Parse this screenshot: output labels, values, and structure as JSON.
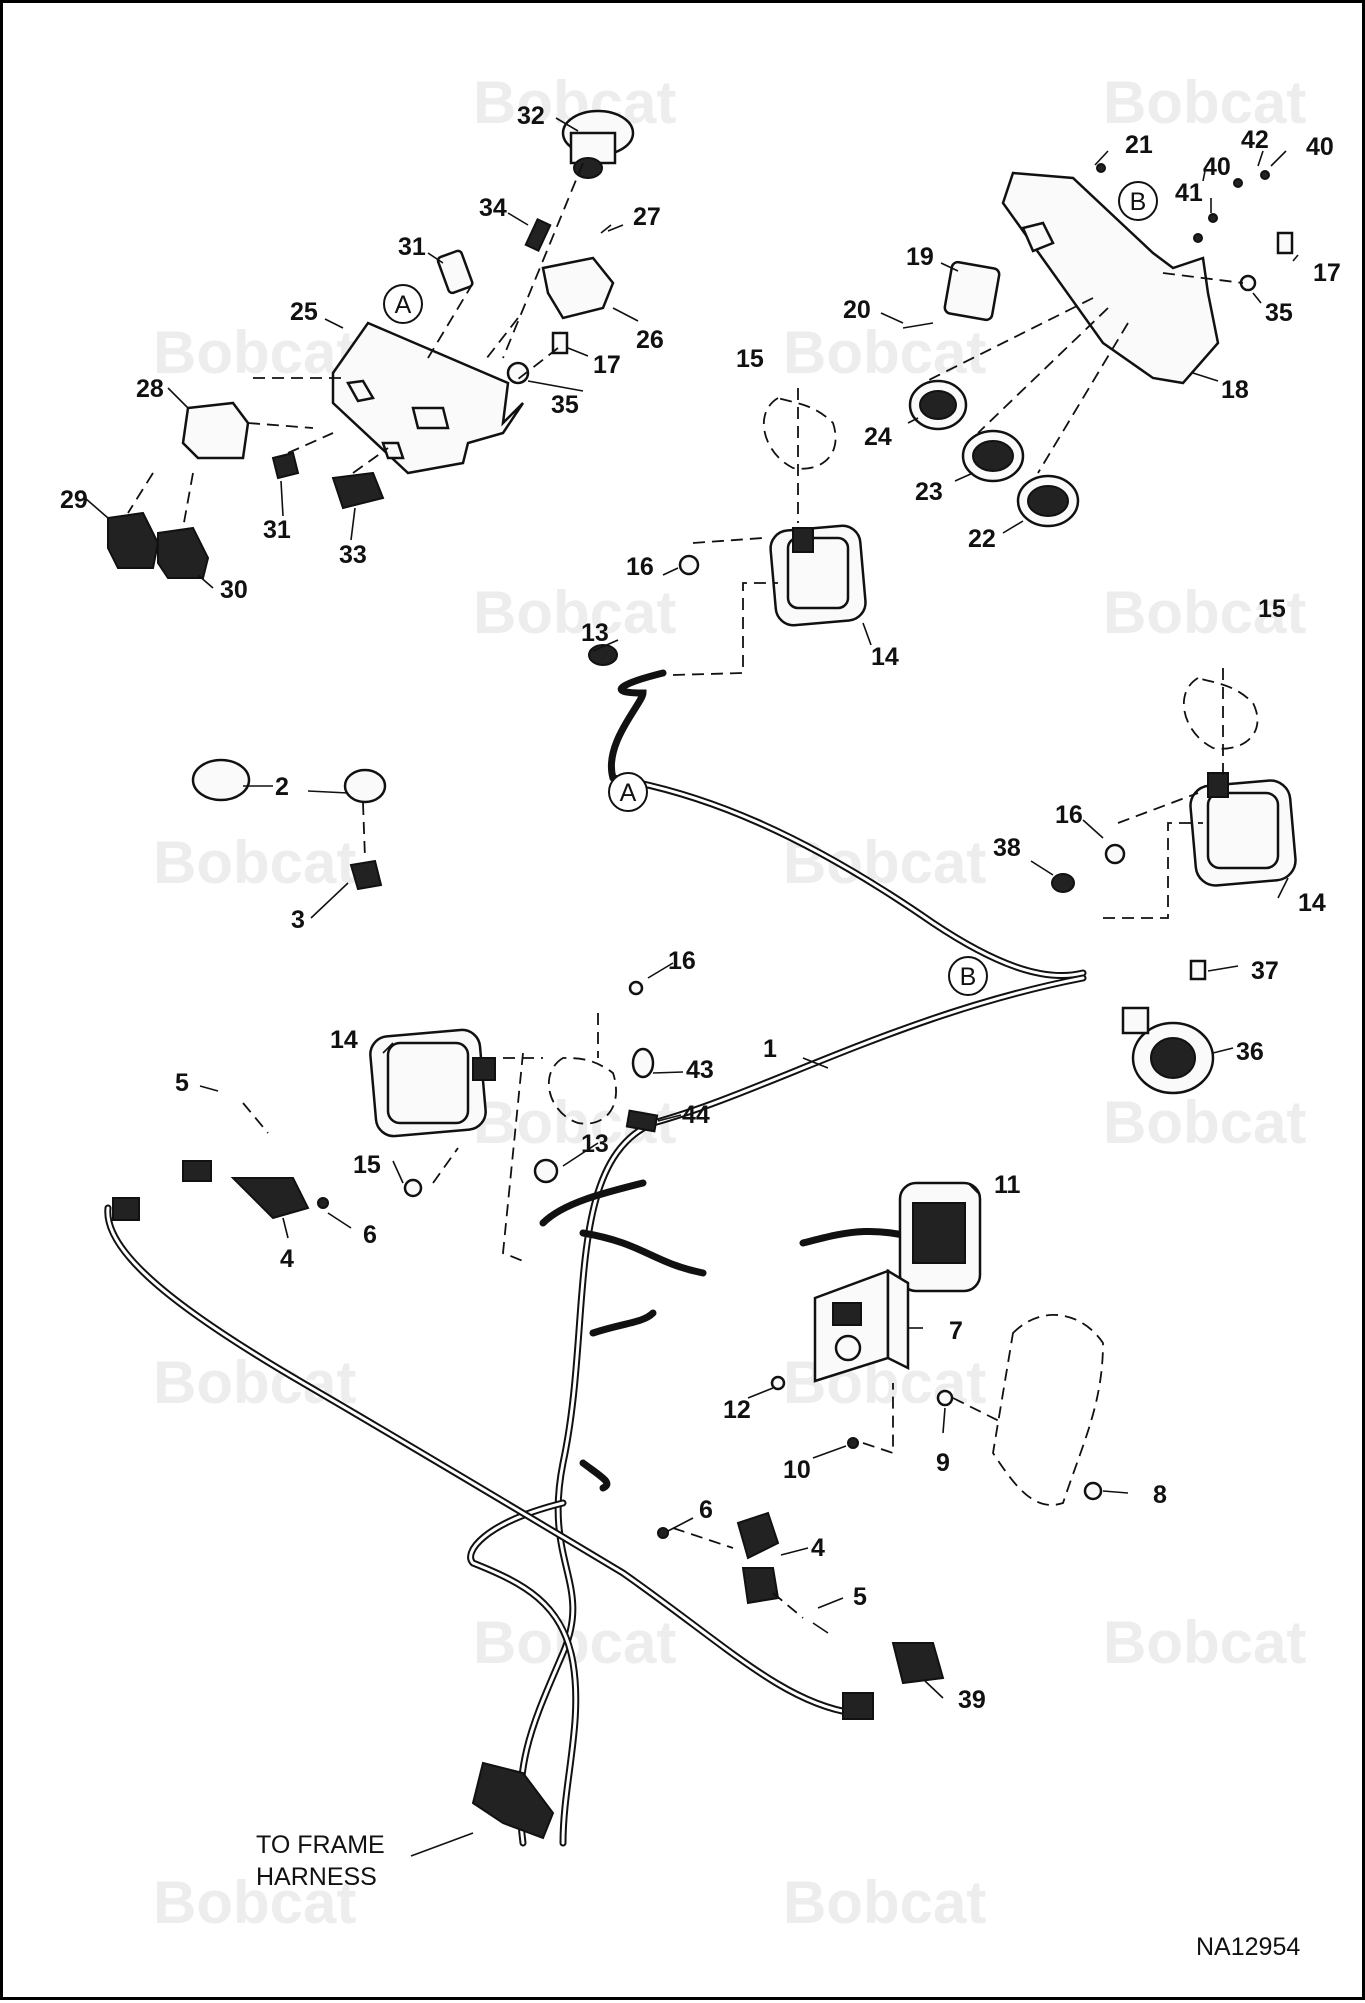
{
  "diagram": {
    "code": "NA12954",
    "note": [
      "TO FRAME",
      "HARNESS"
    ],
    "watermark": "Bobcat",
    "callouts": {
      "a_upper": "A",
      "a_lower": "A",
      "b_upper": "B",
      "b_lower": "B"
    },
    "labels": {
      "p1": "1",
      "p2": "2",
      "p3": "3",
      "p4a": "4",
      "p4b": "4",
      "p5a": "5",
      "p5b": "5",
      "p6a": "6",
      "p6b": "6",
      "p7": "7",
      "p8": "8",
      "p9": "9",
      "p10": "10",
      "p11": "11",
      "p12": "12",
      "p13a": "13",
      "p13b": "13",
      "p14a": "14",
      "p14b": "14",
      "p14c": "14",
      "p15a": "15",
      "p15b": "15",
      "p15c": "15",
      "p16a": "16",
      "p16b": "16",
      "p16c": "16",
      "p17a": "17",
      "p17b": "17",
      "p18": "18",
      "p19": "19",
      "p20": "20",
      "p21": "21",
      "p22": "22",
      "p23": "23",
      "p24": "24",
      "p25": "25",
      "p26": "26",
      "p27": "27",
      "p28": "28",
      "p29": "29",
      "p30": "30",
      "p31a": "31",
      "p31b": "31",
      "p32": "32",
      "p33": "33",
      "p34": "34",
      "p35a": "35",
      "p35b": "35",
      "p36": "36",
      "p37": "37",
      "p38": "38",
      "p39": "39",
      "p40a": "40",
      "p40b": "40",
      "p41": "41",
      "p42": "42",
      "p43": "43",
      "p44": "44"
    }
  }
}
